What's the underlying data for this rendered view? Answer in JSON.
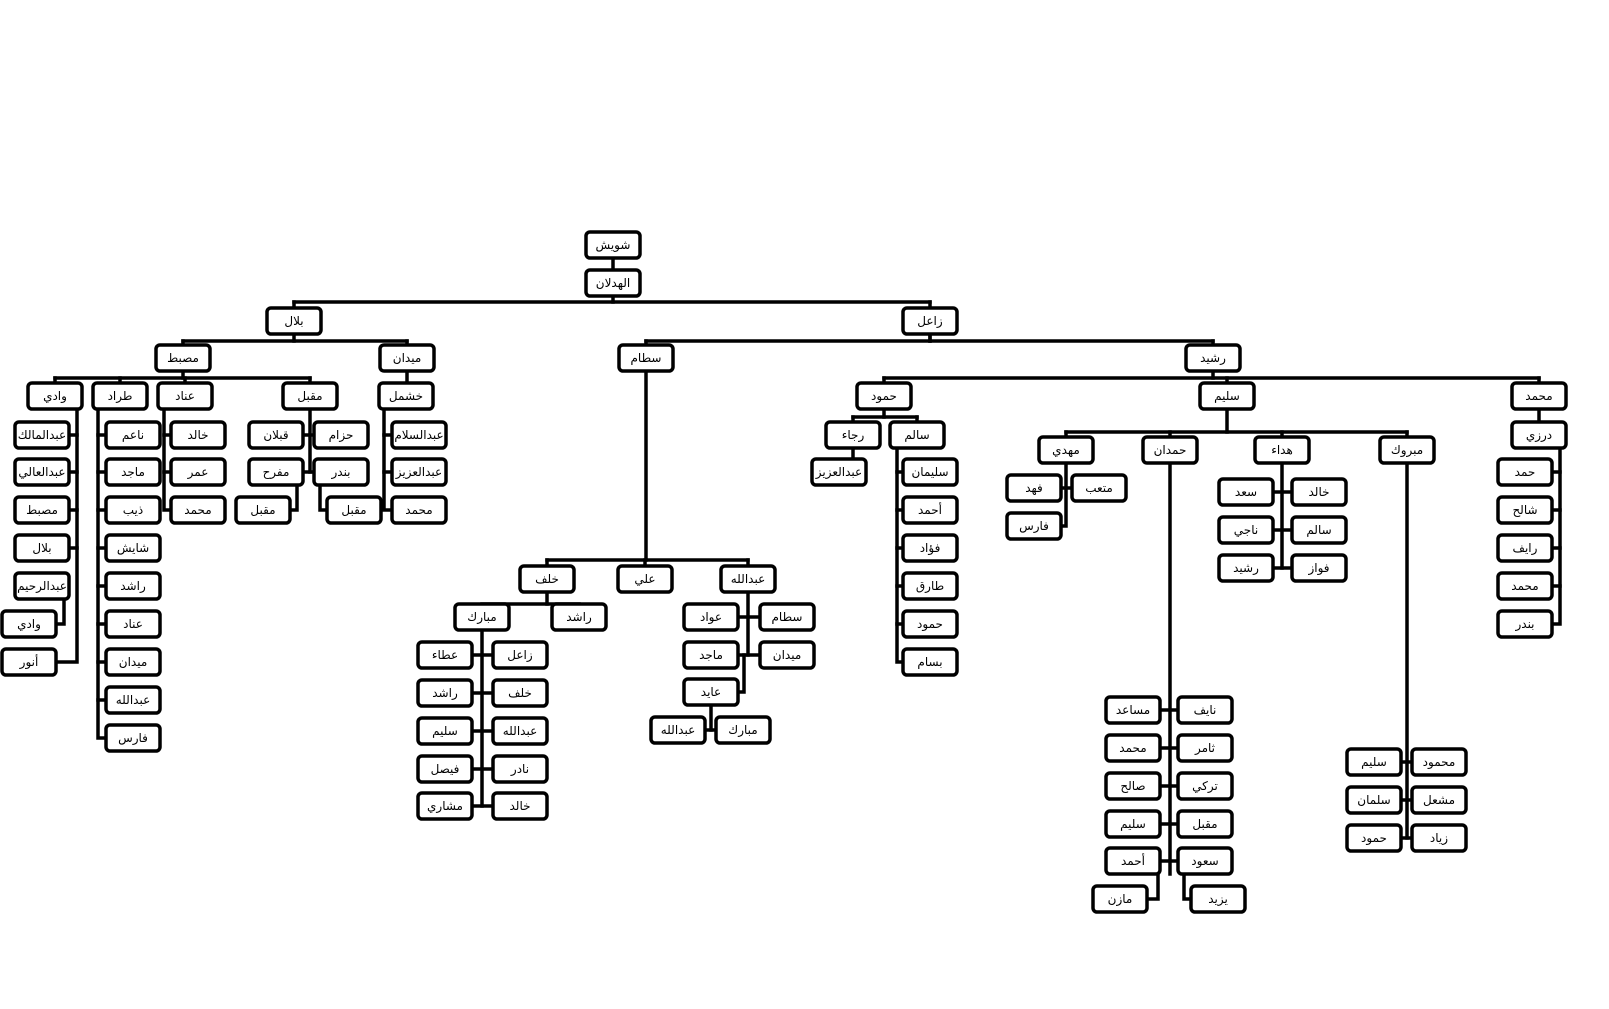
{
  "colors": {
    "line": "#000000",
    "box_fill": "#ffffff",
    "text": "#000000"
  },
  "nodes": {
    "n1": "شويش",
    "n2": "الهدلان",
    "n3": "بلال",
    "n4": "زاعل",
    "n5": "مصبط",
    "n6": "ميدان",
    "n7": "سطام",
    "n8": "رشيد",
    "n9": "وادي",
    "n10": "طراد",
    "n11": "عناد",
    "n12": "مقبل",
    "n13": "خشمل",
    "n14": "عبدالمالك",
    "n15": "عبدالعالي",
    "n16": "مصبط",
    "n17": "بلال",
    "n18": "عبدالرحيم",
    "n19": "وادي",
    "n20": "أنور",
    "n21": "ناعم",
    "n22": "ماجد",
    "n23": "ذيب",
    "n24": "شايش",
    "n25": "راشد",
    "n26": "عناد",
    "n27": "ميدان",
    "n28": "عبدالله",
    "n29": "فارس",
    "n30": "خالد",
    "n31": "عمر",
    "n32": "محمد",
    "n33": "قبلان",
    "n34": "حزام",
    "n35": "مفرح",
    "n36": "بندر",
    "n37": "مقبل",
    "n38": "مقبل",
    "n39": "عبدالسلام",
    "n40": "عبدالعزيز",
    "n41": "محمد",
    "n42": "خلف",
    "n43": "علي",
    "n44": "عبدالله",
    "n45": "مبارك",
    "n46": "راشد",
    "n47": "عطاء",
    "n48": "زاعل",
    "n49": "راشد",
    "n50": "خلف",
    "n51": "سليم",
    "n52": "عبدالله",
    "n53": "فيصل",
    "n54": "نادر",
    "n55": "مشاري",
    "n56": "خالد",
    "n57": "عواد",
    "n58": "سطام",
    "n59": "ماجد",
    "n60": "ميدان",
    "n61": "عايد",
    "n62": "عبدالله",
    "n63": "مبارك",
    "n64": "حمود",
    "n65": "سليم",
    "n66": "محمد",
    "n67": "رجاء",
    "n68": "سالم",
    "n69": "عبدالعزيز",
    "n70": "سليمان",
    "n71": "أحمد",
    "n72": "فؤاد",
    "n73": "طارق",
    "n74": "حمود",
    "n75": "بسام",
    "n76": "مهدي",
    "n77": "حمدان",
    "n78": "هداء",
    "n79": "مبروك",
    "n80": "فهد",
    "n81": "متعب",
    "n82": "فارس",
    "n83": "سعد",
    "n84": "خالد",
    "n85": "ناجي",
    "n86": "سالم",
    "n87": "رشيد",
    "n88": "فواز",
    "n89": "مساعد",
    "n90": "نايف",
    "n91": "محمد",
    "n92": "ثامر",
    "n93": "صالح",
    "n94": "تركي",
    "n95": "سليم",
    "n96": "مقبل",
    "n97": "أحمد",
    "n98": "سعود",
    "n99": "مازن",
    "n100": "يزيد",
    "n101": "سليم",
    "n102": "محمود",
    "n103": "سلمان",
    "n104": "مشعل",
    "n105": "حمود",
    "n106": "زياد",
    "n107": "درزي",
    "n108": "حمد",
    "n109": "شالح",
    "n110": "رايف",
    "n111": "محمد",
    "n112": "بندر"
  }
}
